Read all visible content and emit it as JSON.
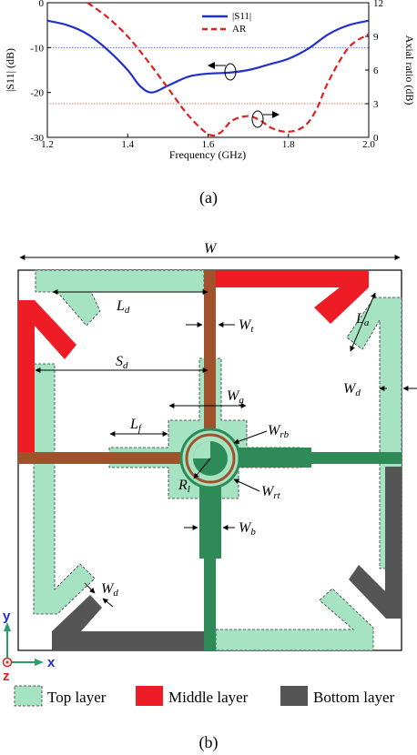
{
  "figure": {
    "panel_a_caption": "(a)",
    "panel_b_caption": "(b)"
  },
  "chart_data": {
    "type": "line",
    "xlabel": "Frequency (GHz)",
    "ylabel_left": "|S11| (dB)",
    "ylabel_right": "Axial ratio (dB)",
    "xlim": [
      1.2,
      2.0
    ],
    "ylim_left": [
      -30,
      0
    ],
    "ylim_right": [
      0,
      12
    ],
    "x_ticks": [
      "1.2",
      "1.4",
      "1.6",
      "1.8",
      "2.0"
    ],
    "y_left_ticks": [
      "0",
      "-10",
      "-20",
      "-30"
    ],
    "y_right_ticks": [
      "12",
      "9",
      "6",
      "3",
      "0"
    ],
    "reference_lines": [
      {
        "axis": "left",
        "value": -10,
        "color": "#3a5bd9"
      },
      {
        "axis": "right",
        "value": 3,
        "color": "#d94040"
      }
    ],
    "series": [
      {
        "name": "|S11|",
        "axis": "left",
        "color": "#1f2fd0",
        "style": "solid",
        "x": [
          1.2,
          1.25,
          1.3,
          1.35,
          1.4,
          1.43,
          1.46,
          1.5,
          1.55,
          1.6,
          1.65,
          1.7,
          1.75,
          1.8,
          1.85,
          1.9,
          1.95,
          2.0
        ],
        "y": [
          -4,
          -5,
          -7,
          -10.5,
          -15,
          -18.5,
          -20,
          -18.5,
          -16.5,
          -15.8,
          -15.6,
          -15,
          -13.8,
          -12.5,
          -10.2,
          -7,
          -5,
          -4
        ]
      },
      {
        "name": "AR",
        "axis": "right",
        "color": "#e02020",
        "style": "dashed",
        "x": [
          1.3,
          1.35,
          1.4,
          1.45,
          1.5,
          1.55,
          1.6,
          1.63,
          1.66,
          1.7,
          1.73,
          1.76,
          1.8,
          1.84,
          1.87,
          1.9,
          1.95,
          2.0
        ],
        "y": [
          12,
          10.7,
          9,
          6.8,
          4.4,
          2,
          0.3,
          0.4,
          1.5,
          1.9,
          1.5,
          0.8,
          0.5,
          1,
          2.5,
          5,
          8,
          9.2
        ]
      }
    ]
  },
  "diagram": {
    "labels": {
      "W": "W",
      "Ld": "L",
      "Ld_sub": "d",
      "Wt": "W",
      "Wt_sub": "t",
      "La": "L",
      "La_sub": "a",
      "Sd": "S",
      "Sd_sub": "d",
      "Wg": "W",
      "Wg_sub": "g",
      "Wd_right": "W",
      "Wd_right_sub": "d",
      "Lf": "L",
      "Lf_sub": "f",
      "Wrb": "W",
      "Wrb_sub": "rb",
      "Rl": "R",
      "Rl_sub": "l",
      "Wrt": "W",
      "Wrt_sub": "rt",
      "Wb": "W",
      "Wb_sub": "b",
      "Wd_left": "W",
      "Wd_left_sub": "d"
    },
    "axes": {
      "y": "y",
      "x": "x",
      "z": "z"
    },
    "layer_colors": {
      "top": "#a6e3c2",
      "middle": "#ee1c25",
      "bottom": "#555555",
      "feed_middle": "#a0522d",
      "feed_bottom": "#2e8b57"
    },
    "legend": [
      {
        "label": "Top layer",
        "color": "#a6e3c2"
      },
      {
        "label": "Middle layer",
        "color": "#ee1c25"
      },
      {
        "label": "Bottom layer",
        "color": "#555555"
      }
    ]
  }
}
